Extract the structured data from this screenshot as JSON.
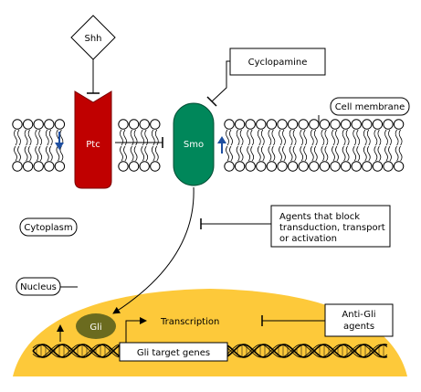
{
  "labels": {
    "shh": "Shh",
    "ptc": "Ptc",
    "smo": "Smo",
    "cyclopamine": "Cyclopamine",
    "cell_membrane": "Cell membrane",
    "cytoplasm": "Cytoplasm",
    "agents_block": [
      "Agents that block",
      "transduction, transport",
      "or activation"
    ],
    "nucleus": "Nucleus",
    "gli": "Gli",
    "transcription": "Transcription",
    "anti_gli": [
      "Anti-Gli",
      "agents"
    ],
    "gli_target_genes": "Gli target genes"
  },
  "colors": {
    "ptc_fill": "#c00000",
    "smo_fill": "#00875a",
    "nucleus_fill": "#fdc93a",
    "gli_fill": "#6b6b1f",
    "arrow_blue": "#1f4fa0",
    "line": "#000000"
  }
}
